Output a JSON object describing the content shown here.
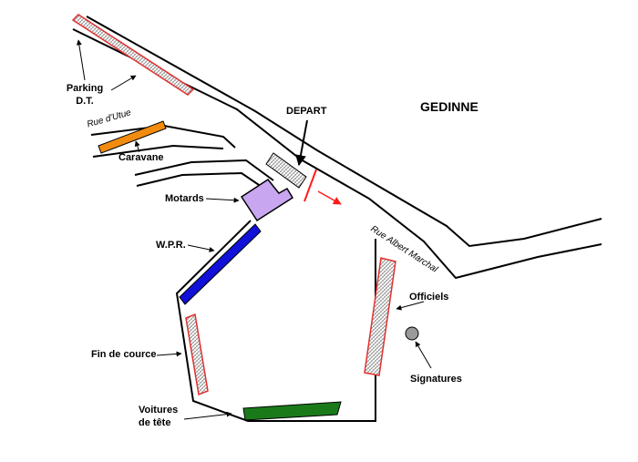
{
  "map": {
    "town": "GEDINNE",
    "streets": {
      "rue_utue": "Rue d'Utue",
      "rue_albert_marchal": "Rue Albert Marchal"
    },
    "labels": {
      "depart": "DEPART",
      "parking_line1": "Parking",
      "parking_line2": "D.T.",
      "caravane": "Caravane",
      "motards": "Motards",
      "wpr": "W.P.R.",
      "officiels": "Officiels",
      "fin_de_course": "Fin de cource",
      "signatures": "Signatures",
      "voitures_line1": "Voitures",
      "voitures_line2": "de tête"
    },
    "colors": {
      "caravane": "#f28c0f",
      "motards": "#c8a6f0",
      "wpr": "#1010d8",
      "voitures_de_tete": "#1a7a1a",
      "start_line": "#ff1a1a",
      "signatures": "#9a9a9a",
      "hatched_border": "#e03030",
      "roads": "#000000"
    }
  }
}
